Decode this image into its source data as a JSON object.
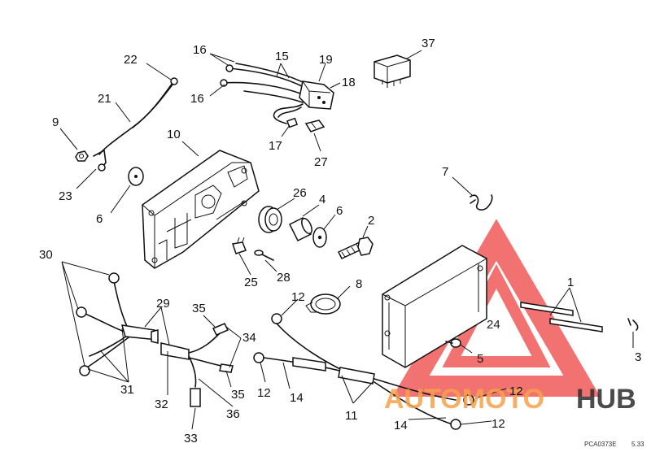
{
  "watermark": {
    "brand_part1": "AUTOMOTO",
    "brand_part2": "HUB",
    "color_triangle": "#f05a5a",
    "color_text1": "#f6a14a",
    "color_text2": "#2b2b2b"
  },
  "corner_code": "PCA0373E",
  "corner_page": "5.33",
  "callouts": [
    {
      "id": "c37",
      "text": "37"
    },
    {
      "id": "c22",
      "text": "22"
    },
    {
      "id": "c16a",
      "text": "16"
    },
    {
      "id": "c15",
      "text": "15"
    },
    {
      "id": "c19",
      "text": "19"
    },
    {
      "id": "c18",
      "text": "18"
    },
    {
      "id": "c16b",
      "text": "16"
    },
    {
      "id": "c21",
      "text": "21"
    },
    {
      "id": "c9",
      "text": "9"
    },
    {
      "id": "c10",
      "text": "10"
    },
    {
      "id": "c17",
      "text": "17"
    },
    {
      "id": "c27",
      "text": "27"
    },
    {
      "id": "c23",
      "text": "23"
    },
    {
      "id": "c6a",
      "text": "6"
    },
    {
      "id": "c7",
      "text": "7"
    },
    {
      "id": "c26",
      "text": "26"
    },
    {
      "id": "c4",
      "text": "4"
    },
    {
      "id": "c6b",
      "text": "6"
    },
    {
      "id": "c2",
      "text": "2"
    },
    {
      "id": "c30",
      "text": "30"
    },
    {
      "id": "c28",
      "text": "28"
    },
    {
      "id": "c25",
      "text": "25"
    },
    {
      "id": "c1",
      "text": "1"
    },
    {
      "id": "c8",
      "text": "8"
    },
    {
      "id": "c12a",
      "text": "12"
    },
    {
      "id": "c29",
      "text": "29"
    },
    {
      "id": "c35a",
      "text": "35"
    },
    {
      "id": "c24",
      "text": "24"
    },
    {
      "id": "c34",
      "text": "34"
    },
    {
      "id": "c3",
      "text": "3"
    },
    {
      "id": "c5",
      "text": "5"
    },
    {
      "id": "c31",
      "text": "31"
    },
    {
      "id": "c12b",
      "text": "12"
    },
    {
      "id": "c14a",
      "text": "14"
    },
    {
      "id": "c35b",
      "text": "35"
    },
    {
      "id": "c12c",
      "text": "12"
    },
    {
      "id": "c32",
      "text": "32"
    },
    {
      "id": "c36",
      "text": "36"
    },
    {
      "id": "c11",
      "text": "11"
    },
    {
      "id": "c14b",
      "text": "14"
    },
    {
      "id": "c12d",
      "text": "12"
    },
    {
      "id": "c33",
      "text": "33"
    }
  ]
}
